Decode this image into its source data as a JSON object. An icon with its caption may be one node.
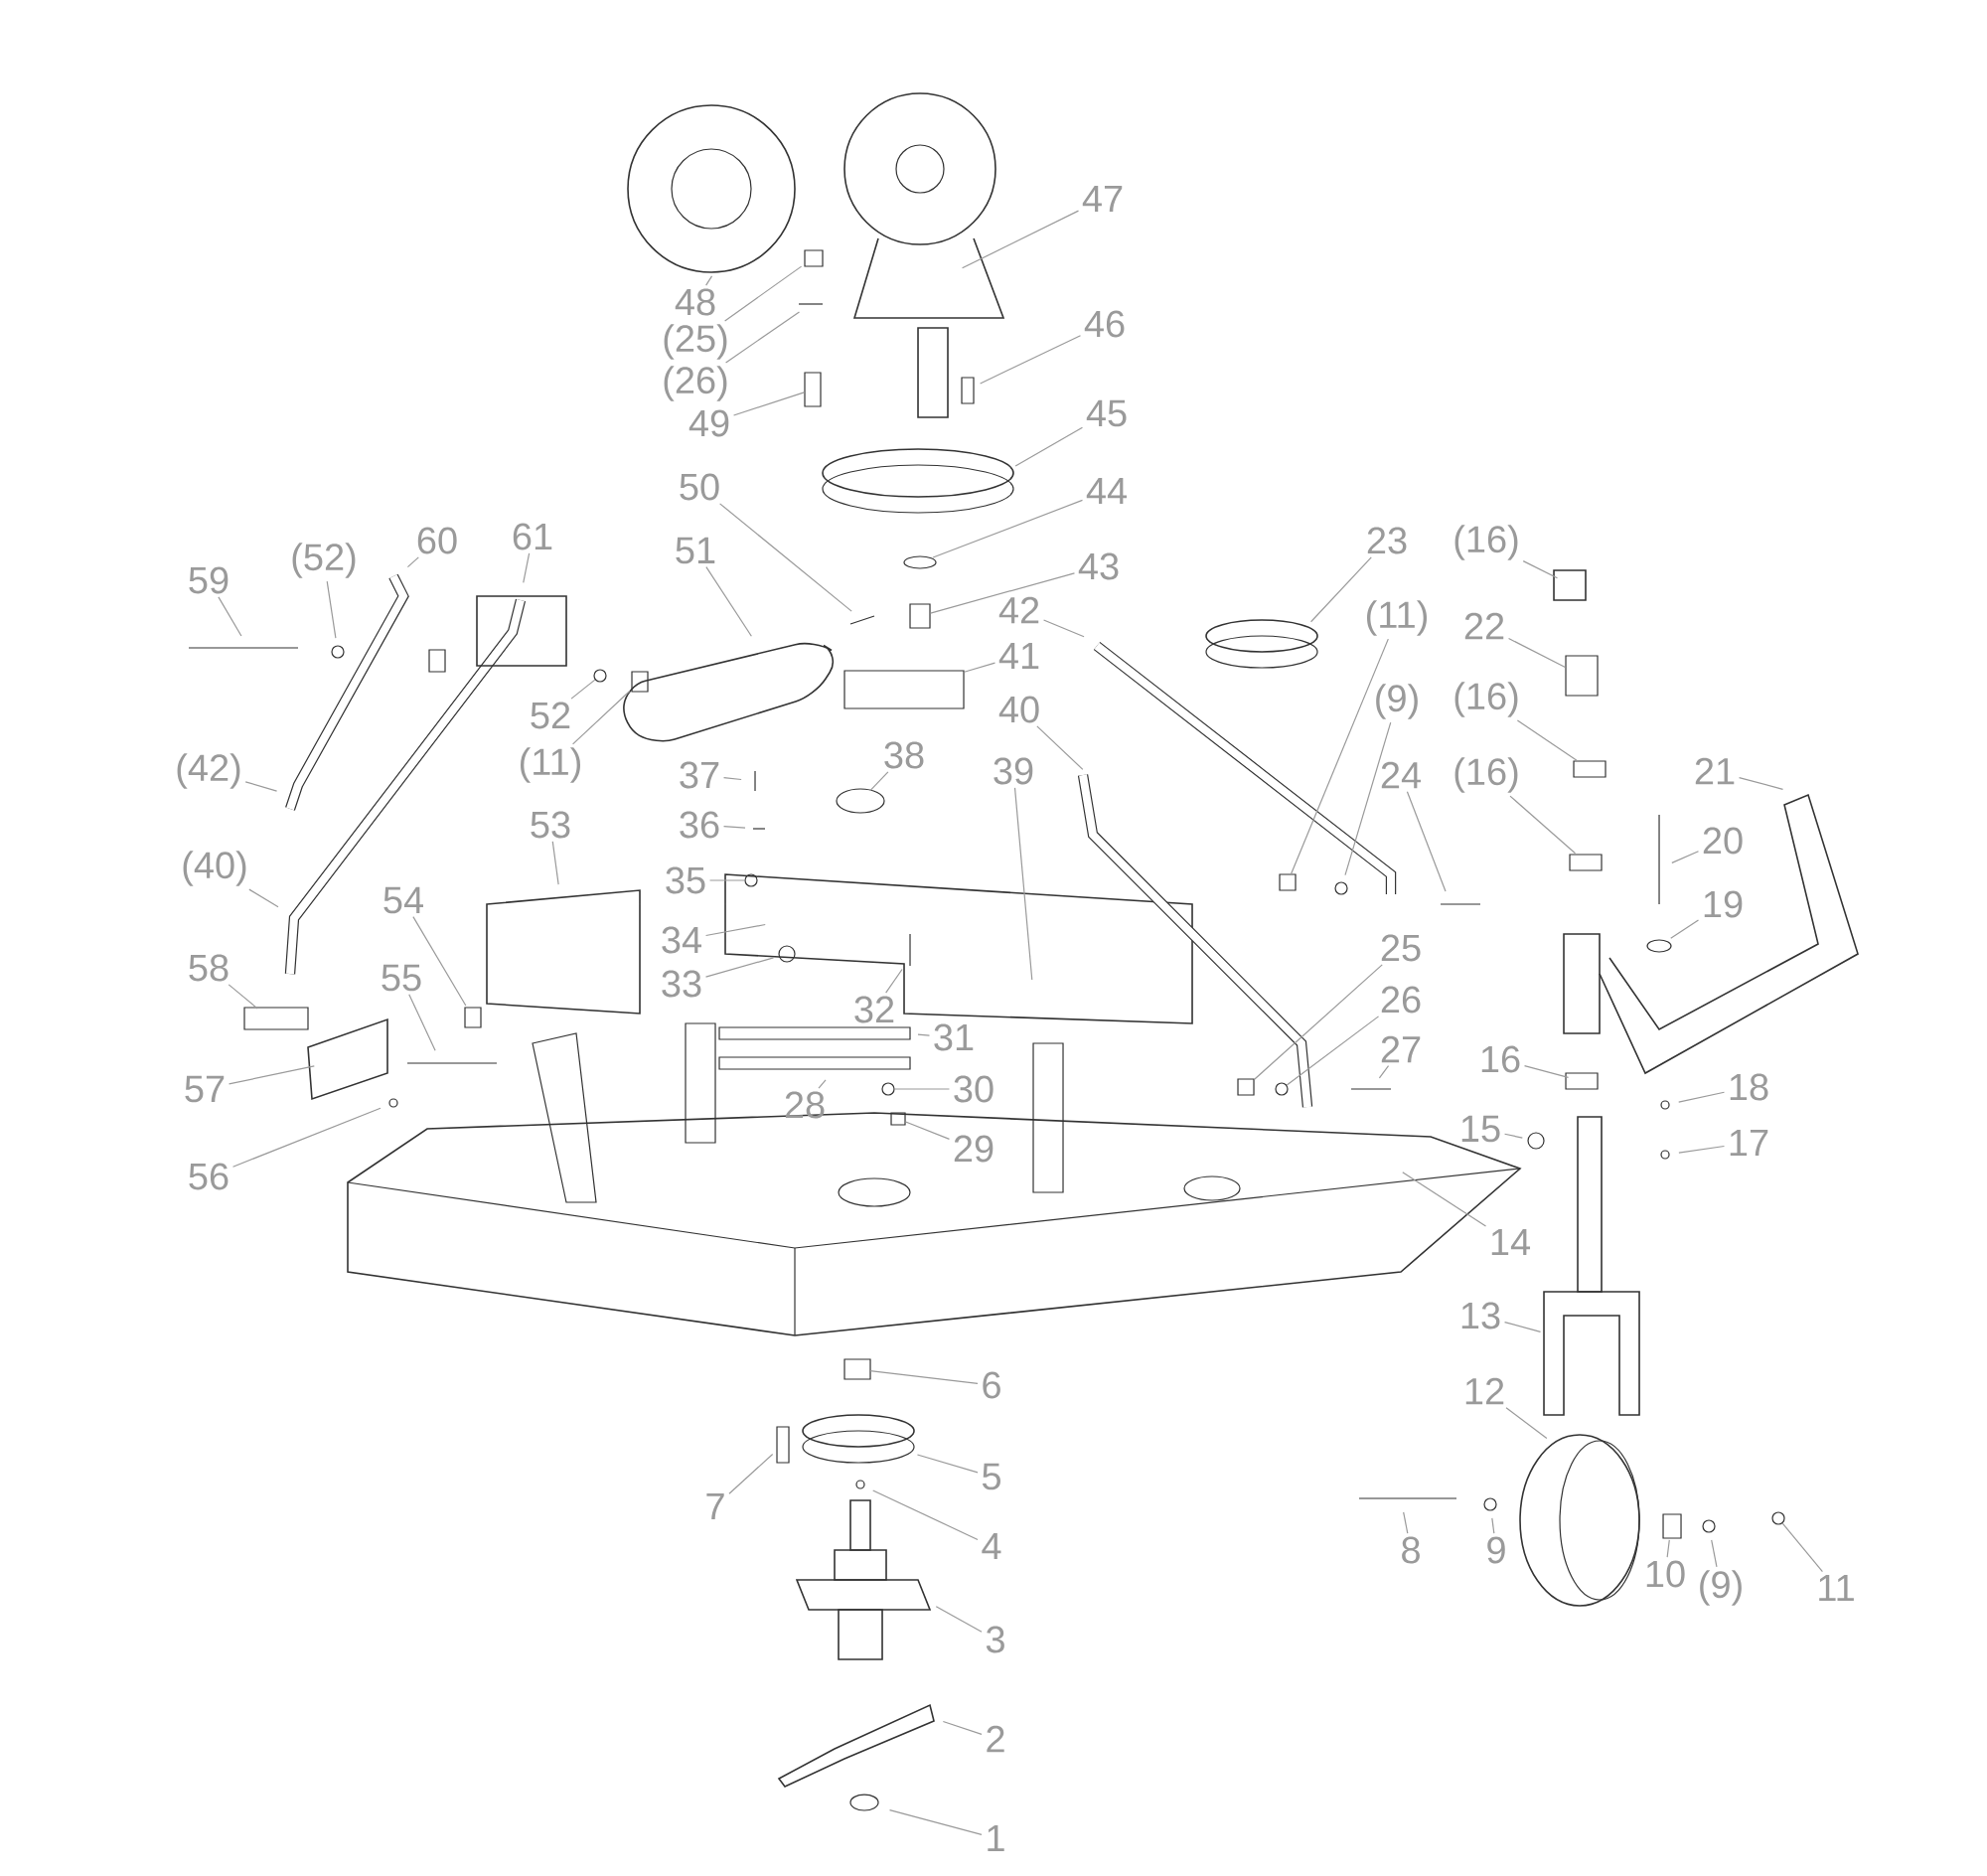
{
  "diagram": {
    "nodes": [
      {
        "text": [
          "47"
        ]
      },
      {
        "text": [
          "48"
        ]
      },
      {
        "text": [
          "(25)"
        ]
      },
      {
        "text": [
          "46"
        ]
      },
      {
        "text": [
          "(26)"
        ]
      },
      {
        "text": [
          "45"
        ]
      },
      {
        "text": [
          "49"
        ]
      },
      {
        "text": [
          "50"
        ]
      },
      {
        "text": [
          "44"
        ]
      },
      {
        "text": [
          "60"
        ]
      },
      {
        "text": [
          "61"
        ]
      },
      {
        "text": [
          "51"
        ]
      },
      {
        "text": [
          "23"
        ]
      },
      {
        "text": [
          "(16)"
        ]
      },
      {
        "text": [
          "43"
        ]
      },
      {
        "text": [
          "(52)"
        ]
      },
      {
        "text": [
          "59"
        ]
      },
      {
        "text": [
          "42"
        ]
      },
      {
        "text": [
          "22"
        ]
      },
      {
        "text": [
          "(11)"
        ]
      },
      {
        "text": [
          "41"
        ]
      },
      {
        "text": [
          "52"
        ]
      },
      {
        "text": [
          "(9)"
        ]
      },
      {
        "text": [
          "(16)"
        ]
      },
      {
        "text": [
          "40"
        ]
      },
      {
        "text": [
          "(11)"
        ]
      },
      {
        "text": [
          "38"
        ]
      },
      {
        "text": [
          "37"
        ]
      },
      {
        "text": [
          "(42)"
        ]
      },
      {
        "text": [
          "39"
        ]
      },
      {
        "text": [
          "21"
        ]
      },
      {
        "text": [
          "24"
        ]
      },
      {
        "text": [
          "(16)"
        ]
      },
      {
        "text": [
          "53"
        ]
      },
      {
        "text": [
          "36"
        ]
      },
      {
        "text": [
          "20"
        ]
      },
      {
        "text": [
          "(40)"
        ]
      },
      {
        "text": [
          "35"
        ]
      },
      {
        "text": [
          "54"
        ]
      },
      {
        "text": [
          "19"
        ]
      },
      {
        "text": [
          "34"
        ]
      },
      {
        "text": [
          "25"
        ]
      },
      {
        "text": [
          "58"
        ]
      },
      {
        "text": [
          "33"
        ]
      },
      {
        "text": [
          "55"
        ]
      },
      {
        "text": [
          "32"
        ]
      },
      {
        "text": [
          "26"
        ]
      },
      {
        "text": [
          "31"
        ]
      },
      {
        "text": [
          "27"
        ]
      },
      {
        "text": [
          "28"
        ]
      },
      {
        "text": [
          "30"
        ]
      },
      {
        "text": [
          "16"
        ]
      },
      {
        "text": [
          "18"
        ]
      },
      {
        "text": [
          "57"
        ]
      },
      {
        "text": [
          "15"
        ]
      },
      {
        "text": [
          "29"
        ]
      },
      {
        "text": [
          "17"
        ]
      },
      {
        "text": [
          "56"
        ]
      },
      {
        "text": [
          "14"
        ]
      },
      {
        "text": [
          "13"
        ]
      },
      {
        "text": [
          "6"
        ]
      },
      {
        "text": [
          "12"
        ]
      },
      {
        "text": [
          "5"
        ]
      },
      {
        "text": [
          "7"
        ]
      },
      {
        "text": [
          "4"
        ]
      },
      {
        "text": [
          "8"
        ]
      },
      {
        "text": [
          "9"
        ]
      },
      {
        "text": [
          "10"
        ]
      },
      {
        "text": [
          "(9)"
        ]
      },
      {
        "text": [
          "11"
        ]
      },
      {
        "text": [
          "3"
        ]
      },
      {
        "text": [
          "2"
        ]
      },
      {
        "text": [
          "1"
        ]
      },
      {
        "text": [],
        "shape": "box"
      },
      {
        "text": [],
        "shape": "box"
      },
      {
        "text": [],
        "shape": "box"
      },
      {
        "text": [],
        "shape": "box"
      },
      {
        "text": [],
        "shape": "circle"
      },
      {
        "text": [],
        "shape": "circle"
      },
      {
        "text": [],
        "shape": "circle"
      },
      {
        "text": [],
        "shape": "circle"
      },
      {
        "text": [],
        "shape": "box"
      },
      {
        "text": [],
        "shape": "box"
      },
      {
        "text": [],
        "shape": "circle"
      },
      {
        "text": [],
        "shape": "box"
      }
    ],
    "edges": [
      {
        "from": 0,
        "to": null,
        "arrow": "none"
      },
      {
        "from": 1,
        "to": null,
        "arrow": "none"
      },
      {
        "from": 2,
        "to": null,
        "arrow": "none"
      },
      {
        "from": 3,
        "to": null,
        "arrow": "none"
      },
      {
        "from": 4,
        "to": null,
        "arrow": "none"
      },
      {
        "from": 5,
        "to": null,
        "arrow": "none"
      },
      {
        "from": 6,
        "to": 73,
        "arrow": "none"
      },
      {
        "from": 7,
        "to": null,
        "arrow": "none"
      },
      {
        "from": 8,
        "to": null,
        "arrow": "none"
      },
      {
        "from": 9,
        "to": null,
        "arrow": "none"
      },
      {
        "from": 10,
        "to": null,
        "arrow": "none"
      },
      {
        "from": 11,
        "to": null,
        "arrow": "none"
      },
      {
        "from": 12,
        "to": null,
        "arrow": "none"
      },
      {
        "from": 13,
        "to": null,
        "arrow": "none"
      },
      {
        "from": 14,
        "to": 74,
        "arrow": "none"
      },
      {
        "from": 15,
        "to": null,
        "arrow": "none"
      },
      {
        "from": 16,
        "to": null,
        "arrow": "none"
      },
      {
        "from": 17,
        "to": null,
        "arrow": "none"
      },
      {
        "from": 18,
        "to": 75,
        "arrow": "none"
      },
      {
        "from": 19,
        "to": 76,
        "arrow": "none"
      },
      {
        "from": 20,
        "to": 84,
        "arrow": "none"
      },
      {
        "from": 21,
        "to": 77,
        "arrow": "none"
      },
      {
        "from": 22,
        "to": null,
        "arrow": "none"
      },
      {
        "from": 23,
        "to": null,
        "arrow": "none"
      },
      {
        "from": 24,
        "to": null,
        "arrow": "none"
      },
      {
        "from": 25,
        "to": null,
        "arrow": "none"
      },
      {
        "from": 26,
        "to": null,
        "arrow": "none"
      },
      {
        "from": 27,
        "to": null,
        "arrow": "none"
      },
      {
        "from": 28,
        "to": null,
        "arrow": "none"
      },
      {
        "from": 29,
        "to": null,
        "arrow": "none"
      },
      {
        "from": 30,
        "to": null,
        "arrow": "none"
      },
      {
        "from": 31,
        "to": null,
        "arrow": "none"
      },
      {
        "from": 32,
        "to": null,
        "arrow": "none"
      },
      {
        "from": 33,
        "to": null,
        "arrow": "none"
      },
      {
        "from": 34,
        "to": null,
        "arrow": "none"
      },
      {
        "from": 35,
        "to": null,
        "arrow": "none"
      },
      {
        "from": 36,
        "to": null,
        "arrow": "none"
      },
      {
        "from": 37,
        "to": 78,
        "arrow": "none"
      },
      {
        "from": 38,
        "to": null,
        "arrow": "none"
      },
      {
        "from": 39,
        "to": null,
        "arrow": "none"
      },
      {
        "from": 40,
        "to": null,
        "arrow": "none"
      },
      {
        "from": 41,
        "to": 81,
        "arrow": "none"
      },
      {
        "from": 42,
        "to": null,
        "arrow": "none"
      },
      {
        "from": 43,
        "to": null,
        "arrow": "none"
      },
      {
        "from": 44,
        "to": null,
        "arrow": "none"
      },
      {
        "from": 45,
        "to": null,
        "arrow": "none"
      },
      {
        "from": 46,
        "to": 79,
        "arrow": "none"
      },
      {
        "from": 47,
        "to": null,
        "arrow": "none"
      },
      {
        "from": 48,
        "to": null,
        "arrow": "none"
      },
      {
        "from": 49,
        "to": null,
        "arrow": "none"
      },
      {
        "from": 50,
        "to": 80,
        "arrow": "none"
      },
      {
        "from": 51,
        "to": null,
        "arrow": "none"
      },
      {
        "from": 52,
        "to": null,
        "arrow": "none"
      },
      {
        "from": 53,
        "to": null,
        "arrow": "none"
      },
      {
        "from": 54,
        "to": null,
        "arrow": "none"
      },
      {
        "from": 55,
        "to": 82,
        "arrow": "none"
      },
      {
        "from": 56,
        "to": null,
        "arrow": "none"
      },
      {
        "from": 57,
        "to": null,
        "arrow": "none"
      },
      {
        "from": 58,
        "to": null,
        "arrow": "none"
      },
      {
        "from": 59,
        "to": null,
        "arrow": "none"
      },
      {
        "from": 60,
        "to": null,
        "arrow": "none"
      },
      {
        "from": 61,
        "to": null,
        "arrow": "none"
      },
      {
        "from": 62,
        "to": null,
        "arrow": "none"
      },
      {
        "from": 63,
        "to": null,
        "arrow": "none"
      },
      {
        "from": 64,
        "to": null,
        "arrow": "none"
      },
      {
        "from": 65,
        "to": null,
        "arrow": "none"
      },
      {
        "from": 66,
        "to": null,
        "arrow": "none"
      },
      {
        "from": 67,
        "to": null,
        "arrow": "none"
      },
      {
        "from": 68,
        "to": null,
        "arrow": "none"
      },
      {
        "from": 69,
        "to": 83,
        "arrow": "none"
      },
      {
        "from": 70,
        "to": null,
        "arrow": "none"
      },
      {
        "from": 71,
        "to": null,
        "arrow": "none"
      },
      {
        "from": 72,
        "to": null,
        "arrow": "none"
      }
    ]
  }
}
